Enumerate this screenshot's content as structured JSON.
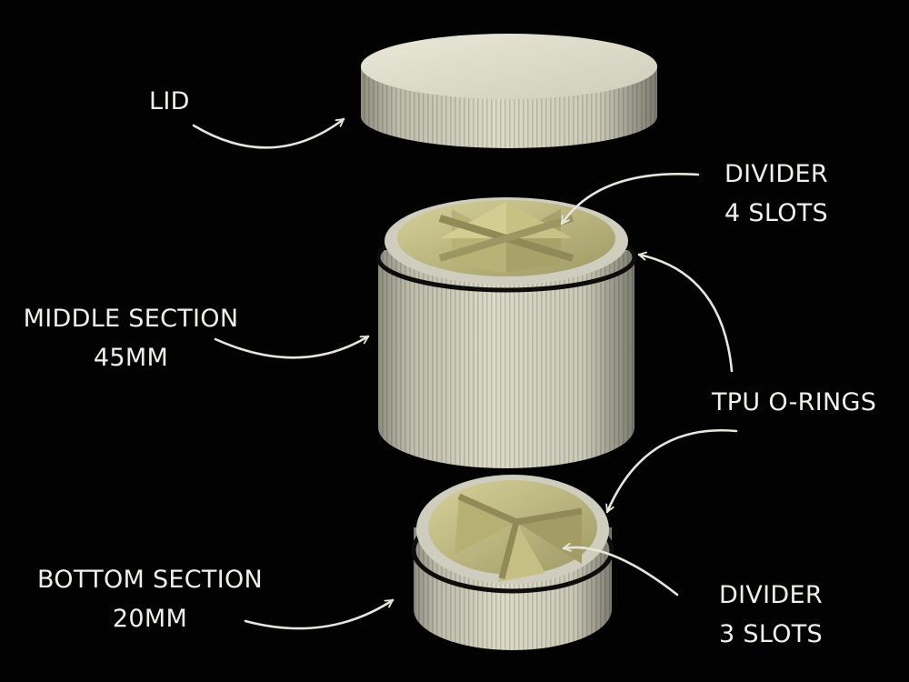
{
  "colors": {
    "background": "#020202",
    "plastic": "#d9d8c4",
    "divider": "#b7b078",
    "oring": "#111111",
    "text": "#f0f0ea",
    "arrow": "#e6e6dc"
  },
  "labels": {
    "lid": {
      "line1": "LID"
    },
    "divider_top": {
      "line1": "DIVIDER",
      "line2": "4 SLOTS"
    },
    "middle": {
      "line1": "MIDDLE SECTION",
      "line2": "45MM"
    },
    "orings": {
      "line1": "TPU O-RINGS"
    },
    "bottom": {
      "line1": "BOTTOM SECTION",
      "line2": "20MM"
    },
    "divider_bottom": {
      "line1": "DIVIDER",
      "line2": "3 SLOTS"
    }
  }
}
